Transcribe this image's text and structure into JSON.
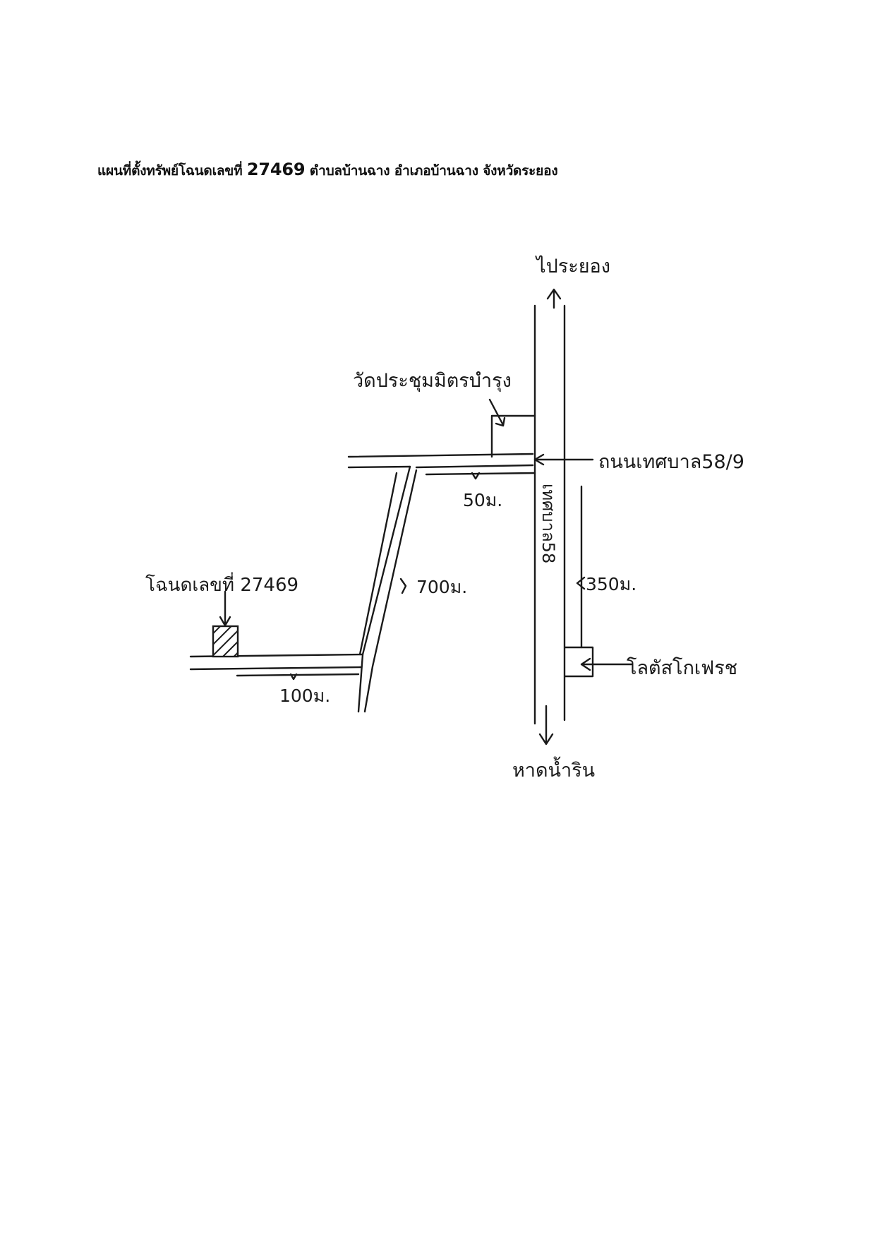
{
  "title": {
    "prefix": "แผนที่ตั้งทรัพย์โฉนดเลขที่",
    "deed_number": "27469",
    "suffix": "ตำบลบ้านฉาง อำเภอบ้านฉาง จังหวัดระยอง"
  },
  "labels": {
    "to_north": "ไประยอง",
    "to_south": "หาดน้ำริน",
    "temple": "วัดประชุมมิตรบำรุง",
    "soi_road": "ถนนเทศบาล58/9",
    "main_road": "เทศบาล58",
    "dist_50": "50ม.",
    "dist_700": "700ม.",
    "dist_100": "100ม.",
    "dist_350": "350ม.",
    "deed_label": "โฉนดเลขที่ 27469",
    "lotus": "โลตัสโกเฟรช"
  },
  "colors": {
    "ink": "#1a1a1a",
    "title": "#111111"
  }
}
